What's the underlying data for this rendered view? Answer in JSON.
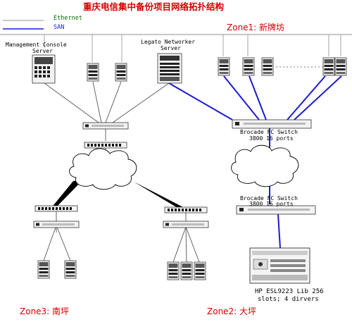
{
  "title": "重庆电信集中备份项目网络拓扑结构",
  "legend": {
    "ethernet_label": "Ethernet",
    "san_label": "SAN",
    "ethernet_color": "#a6a6a6",
    "san_color": "#1b1bd0"
  },
  "zones": {
    "zone1": "Zone1:  新牌坊",
    "zone2": "Zone2:  大坪",
    "zone3": "Zone3:  南坪"
  },
  "devices": {
    "mgmt_server_line1": "Management Console",
    "mgmt_server_line2": "Server",
    "legato_line1": "Legato Networker",
    "legato_line2": "Server",
    "switch1_line1": "Brocade FC Switch",
    "switch1_line2": "3800 16 ports",
    "switch2_line1": "Brocade FC Switch",
    "switch2_line2": "3800 16 ports",
    "library_line1": "HP ESL9223 Lib 256",
    "library_line2": "slots; 4 dirvers"
  },
  "colors": {
    "title": "#d40000",
    "zone_text": "#d40000"
  }
}
